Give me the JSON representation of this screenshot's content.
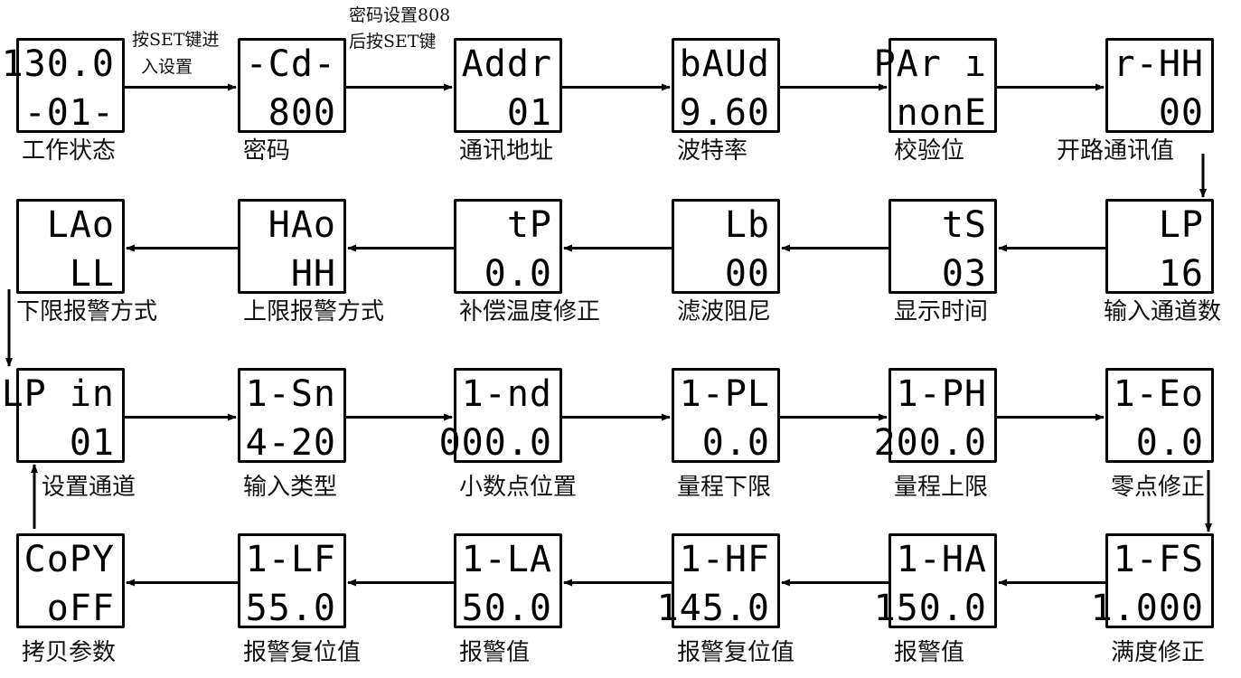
{
  "boxes": [
    {
      "line1": "130.0",
      "line2": "-01-",
      "label": "工作状态"
    },
    {
      "line1": "-Cd-",
      "line2": "800",
      "label": "密码"
    },
    {
      "line1": "Addr",
      "line2": "01",
      "label": "通讯地址"
    },
    {
      "line1": "bAUd",
      "line2": "9.60",
      "label": "波特率"
    },
    {
      "line1": "PAr ı",
      "line2": "nonE",
      "label": "校验位"
    },
    {
      "line1": "r-HH",
      "line2": "00",
      "label": "开路通讯值"
    },
    {
      "line1": "LP",
      "line2": "16",
      "label": "输入通道数"
    },
    {
      "line1": "tS",
      "line2": "03",
      "label": "显示时间"
    },
    {
      "line1": "Lb",
      "line2": "00",
      "label": "滤波阻尼"
    },
    {
      "line1": "tP",
      "line2": "0.0",
      "label": "补偿温度修正"
    },
    {
      "line1": "HAo",
      "line2": "HH",
      "label": "上限报警方式"
    },
    {
      "line1": "LAo",
      "line2": "LL",
      "label": "下限报警方式"
    },
    {
      "line1": "LP in",
      "line2": "01",
      "label": "设置通道"
    },
    {
      "line1": "1-Sn",
      "line2": "4-20",
      "label": "输入类型"
    },
    {
      "line1": "1-nd",
      "line2": "000.0",
      "label": "小数点位置"
    },
    {
      "line1": "1-PL",
      "line2": "0.0",
      "label": "量程下限"
    },
    {
      "line1": "1-PH",
      "line2": "200.0",
      "label": "量程上限"
    },
    {
      "line1": "1-Eo",
      "line2": "0.0",
      "label": "零点修正"
    },
    {
      "line1": "1-FS",
      "line2": "1.000",
      "label": "满度修正"
    },
    {
      "line1": "1-HA",
      "line2": "150.0",
      "label": "报警值"
    },
    {
      "line1": "1-HF",
      "line2": "145.0",
      "label": "报警复位值"
    },
    {
      "line1": "1-LA",
      "line2": "50.0",
      "label": "报警值"
    },
    {
      "line1": "1-LF",
      "line2": "55.0",
      "label": "报警复位值"
    },
    {
      "line1": "CoPY",
      "line2": "oFF",
      "label": "拷贝参数"
    }
  ],
  "notes": {
    "set_enter_1": "按SET键进",
    "set_enter_2": "入设置",
    "pwd_1": "密码设置808",
    "pwd_2": "后按SET键"
  },
  "colors": {
    "line": "#000000",
    "text": "#111111",
    "background": "#ffffff"
  }
}
